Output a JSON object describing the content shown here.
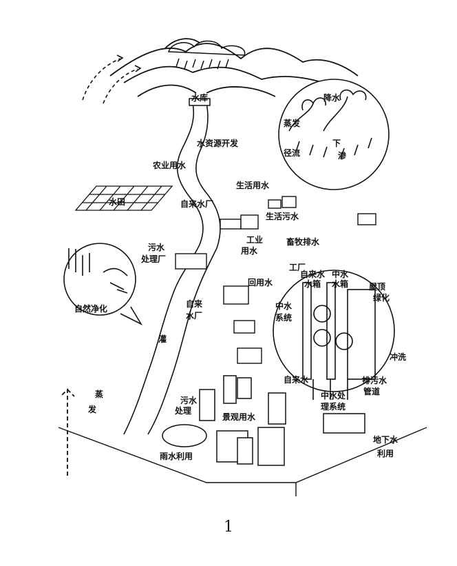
{
  "labels": {
    "reservoir": "水库",
    "water_dev": "水资源开发",
    "evaporation_top": "蒸发",
    "rainfall": "降水",
    "runoff": "径流",
    "infiltration_a": "下",
    "infiltration_b": "渗",
    "agri_water": "农业用水",
    "paddy": "水田",
    "domestic_water": "生活用水",
    "tap_plant_top": "自来水厂",
    "domestic_sewage": "生活污水",
    "industry_water_a": "工业",
    "industry_water_b": "用水",
    "livestock": "畜牧排水",
    "sewage_plant_a": "污水",
    "sewage_plant_b": "处理厂",
    "factory": "工厂",
    "reuse_water": "回用水",
    "natural_purify": "自然净化",
    "tap_plant_mid_a": "自来",
    "tap_plant_mid_b": "水厂",
    "irrigation": "灌",
    "gray_sys_a": "中水",
    "gray_sys_b": "系统",
    "tap_tank_a": "自来水",
    "tap_tank_b": "水箱",
    "gray_tank_a": "中水",
    "gray_tank_b": "水箱",
    "roof_a": "屋顶",
    "roof_b": "绿化",
    "flush": "冲洗",
    "tap_water": "自来水",
    "drain_a": "排污水",
    "drain_b": "管道",
    "gray_treat_a": "中水处",
    "gray_treat_b": "理系统",
    "evap_left_a": "蒸",
    "evap_left_b": "发",
    "sewage_treat_a": "污水",
    "sewage_treat_b": "处理",
    "landscape": "景观用水",
    "rainwater": "雨水利用",
    "groundwater_a": "地下水",
    "groundwater_b": "利用"
  },
  "page_number": "1"
}
